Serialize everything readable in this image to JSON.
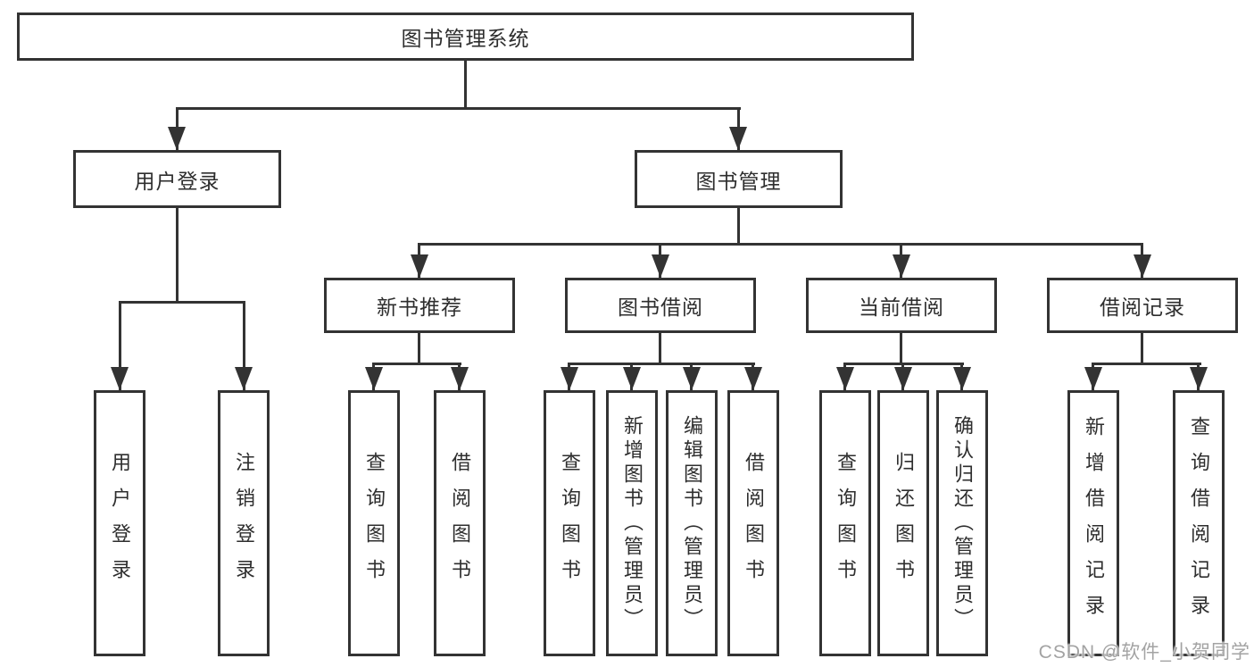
{
  "diagram": {
    "type": "hierarchy-tree",
    "tree": {
      "root": {
        "label": "图书管理系统",
        "children": [
          {
            "label": "用户登录",
            "children": [
              {
                "label": "用户登录"
              },
              {
                "label": "注销登录"
              }
            ]
          },
          {
            "label": "图书管理",
            "children": [
              {
                "label": "新书推荐",
                "children": [
                  {
                    "label": "查询图书"
                  },
                  {
                    "label": "借阅图书"
                  }
                ]
              },
              {
                "label": "图书借阅",
                "children": [
                  {
                    "label": "查询图书"
                  },
                  {
                    "label": "新增图书（管理员）"
                  },
                  {
                    "label": "编辑图书（管理员）"
                  },
                  {
                    "label": "借阅图书"
                  }
                ]
              },
              {
                "label": "当前借阅",
                "children": [
                  {
                    "label": "查询图书"
                  },
                  {
                    "label": "归还图书"
                  },
                  {
                    "label": "确认归还（管理员）"
                  }
                ]
              },
              {
                "label": "借阅记录",
                "children": [
                  {
                    "label": "新增借阅记录"
                  },
                  {
                    "label": "查询借阅记录"
                  }
                ]
              }
            ]
          }
        ]
      }
    },
    "colors": {
      "line": "#333333",
      "text": "#2e2e2e",
      "background": "#ffffff",
      "watermark": "#a3a3a3"
    }
  },
  "watermark": {
    "text": "CSDN @软件_小贺同学"
  }
}
